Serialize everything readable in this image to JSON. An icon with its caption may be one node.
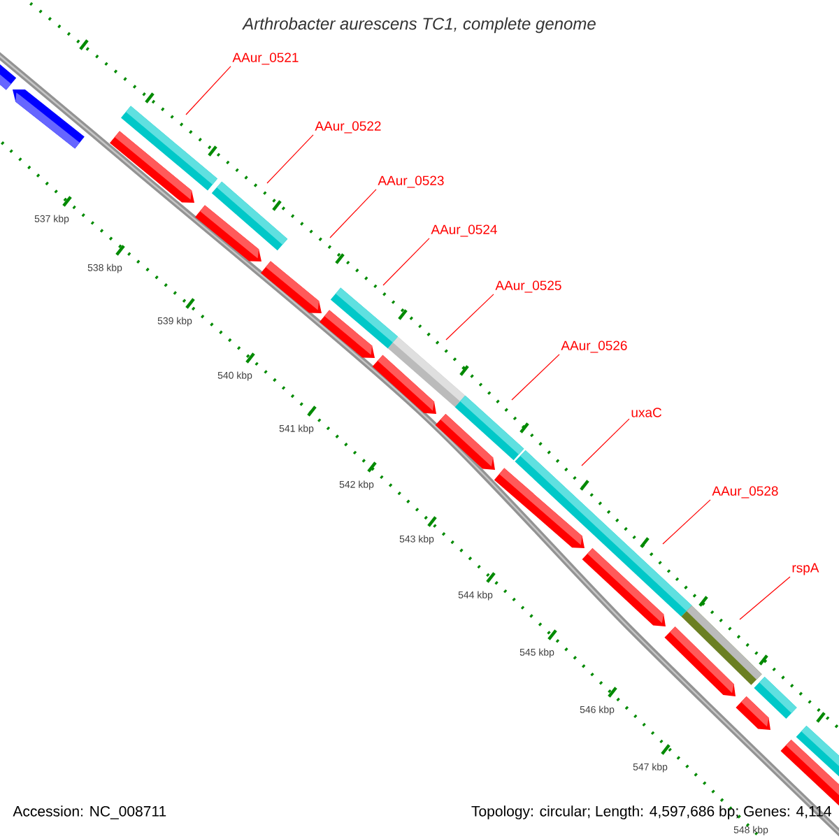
{
  "diagram": {
    "title": "Arthrobacter aurescens TC1, complete genome",
    "nodes": [
      {
        "text": [
          "AAur_0521"
        ]
      },
      {
        "text": [
          "AAur_0522"
        ]
      },
      {
        "text": [
          "AAur_0523"
        ]
      },
      {
        "text": [
          "AAur_0524"
        ]
      },
      {
        "text": [
          "AAur_0525"
        ]
      },
      {
        "text": [
          "AAur_0526"
        ]
      },
      {
        "text": [
          "uxaC"
        ]
      },
      {
        "text": [
          "AAur_0528"
        ]
      },
      {
        "text": [
          "rspA"
        ]
      }
    ],
    "edges": [
      {
        "from": 0,
        "to": null,
        "arrow": "none"
      },
      {
        "from": 1,
        "to": null,
        "arrow": "none"
      },
      {
        "from": 2,
        "to": null,
        "arrow": "none"
      },
      {
        "from": 3,
        "to": null,
        "arrow": "none"
      },
      {
        "from": 4,
        "to": null,
        "arrow": "none"
      },
      {
        "from": 5,
        "to": null,
        "arrow": "none"
      },
      {
        "from": 6,
        "to": null,
        "arrow": "none"
      },
      {
        "from": 7,
        "to": null,
        "arrow": "none"
      },
      {
        "from": 8,
        "to": null,
        "arrow": "none"
      }
    ],
    "labels": [
      "537 kbp",
      "538 kbp",
      "539 kbp",
      "540 kbp",
      "541 kbp",
      "542 kbp",
      "543 kbp",
      "544 kbp",
      "545 kbp",
      "546 kbp",
      "547 kbp",
      "548 kbp",
      "Accession: NC_008711",
      "Topology: circular; Length: 4,597,686 bp; Genes: 4,114"
    ]
  }
}
